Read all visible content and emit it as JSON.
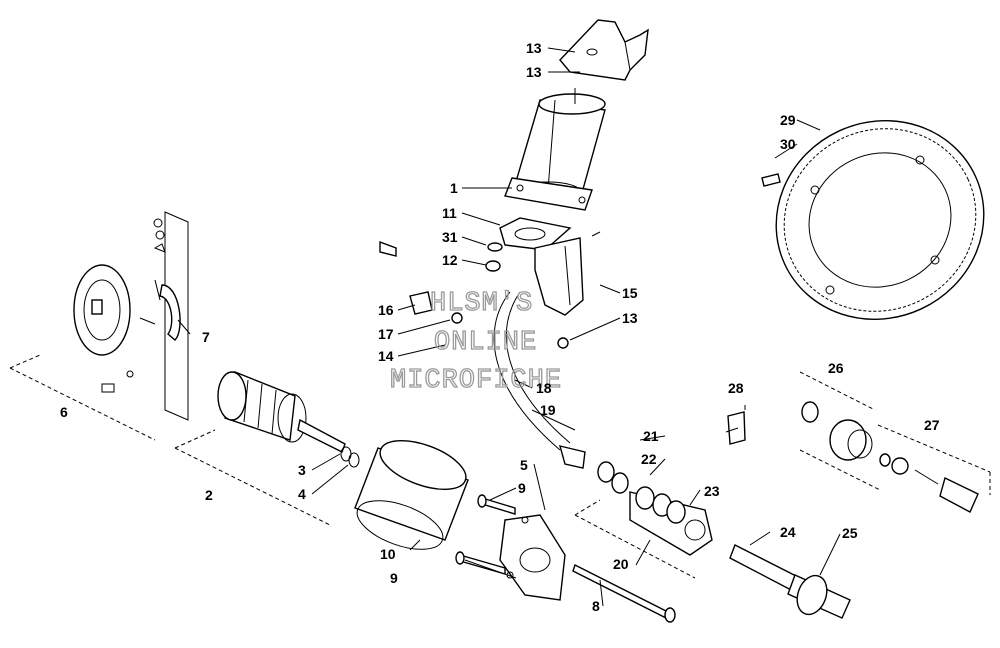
{
  "watermark": [
    "HLSM'S",
    "ONLINE",
    "MICROFICHE"
  ],
  "callouts": [
    {
      "id": "c1",
      "number": "1"
    },
    {
      "id": "c2",
      "number": "2"
    },
    {
      "id": "c3",
      "number": "3"
    },
    {
      "id": "c4",
      "number": "4"
    },
    {
      "id": "c5",
      "number": "5"
    },
    {
      "id": "c6",
      "number": "6"
    },
    {
      "id": "c7",
      "number": "7"
    },
    {
      "id": "c8",
      "number": "8"
    },
    {
      "id": "c9a",
      "number": "9"
    },
    {
      "id": "c9b",
      "number": "9"
    },
    {
      "id": "c10",
      "number": "10"
    },
    {
      "id": "c11",
      "number": "11"
    },
    {
      "id": "c12",
      "number": "12"
    },
    {
      "id": "c13a",
      "number": "13"
    },
    {
      "id": "c13b",
      "number": "13"
    },
    {
      "id": "c13c",
      "number": "13"
    },
    {
      "id": "c14",
      "number": "14"
    },
    {
      "id": "c15",
      "number": "15"
    },
    {
      "id": "c16",
      "number": "16"
    },
    {
      "id": "c17",
      "number": "17"
    },
    {
      "id": "c18",
      "number": "18"
    },
    {
      "id": "c19",
      "number": "19"
    },
    {
      "id": "c20",
      "number": "20"
    },
    {
      "id": "c21",
      "number": "21"
    },
    {
      "id": "c22",
      "number": "22"
    },
    {
      "id": "c23",
      "number": "23"
    },
    {
      "id": "c24",
      "number": "24"
    },
    {
      "id": "c25",
      "number": "25"
    },
    {
      "id": "c26",
      "number": "26"
    },
    {
      "id": "c27",
      "number": "27"
    },
    {
      "id": "c28",
      "number": "28"
    },
    {
      "id": "c29",
      "number": "29"
    },
    {
      "id": "c30",
      "number": "30"
    },
    {
      "id": "c31",
      "number": "31"
    }
  ]
}
